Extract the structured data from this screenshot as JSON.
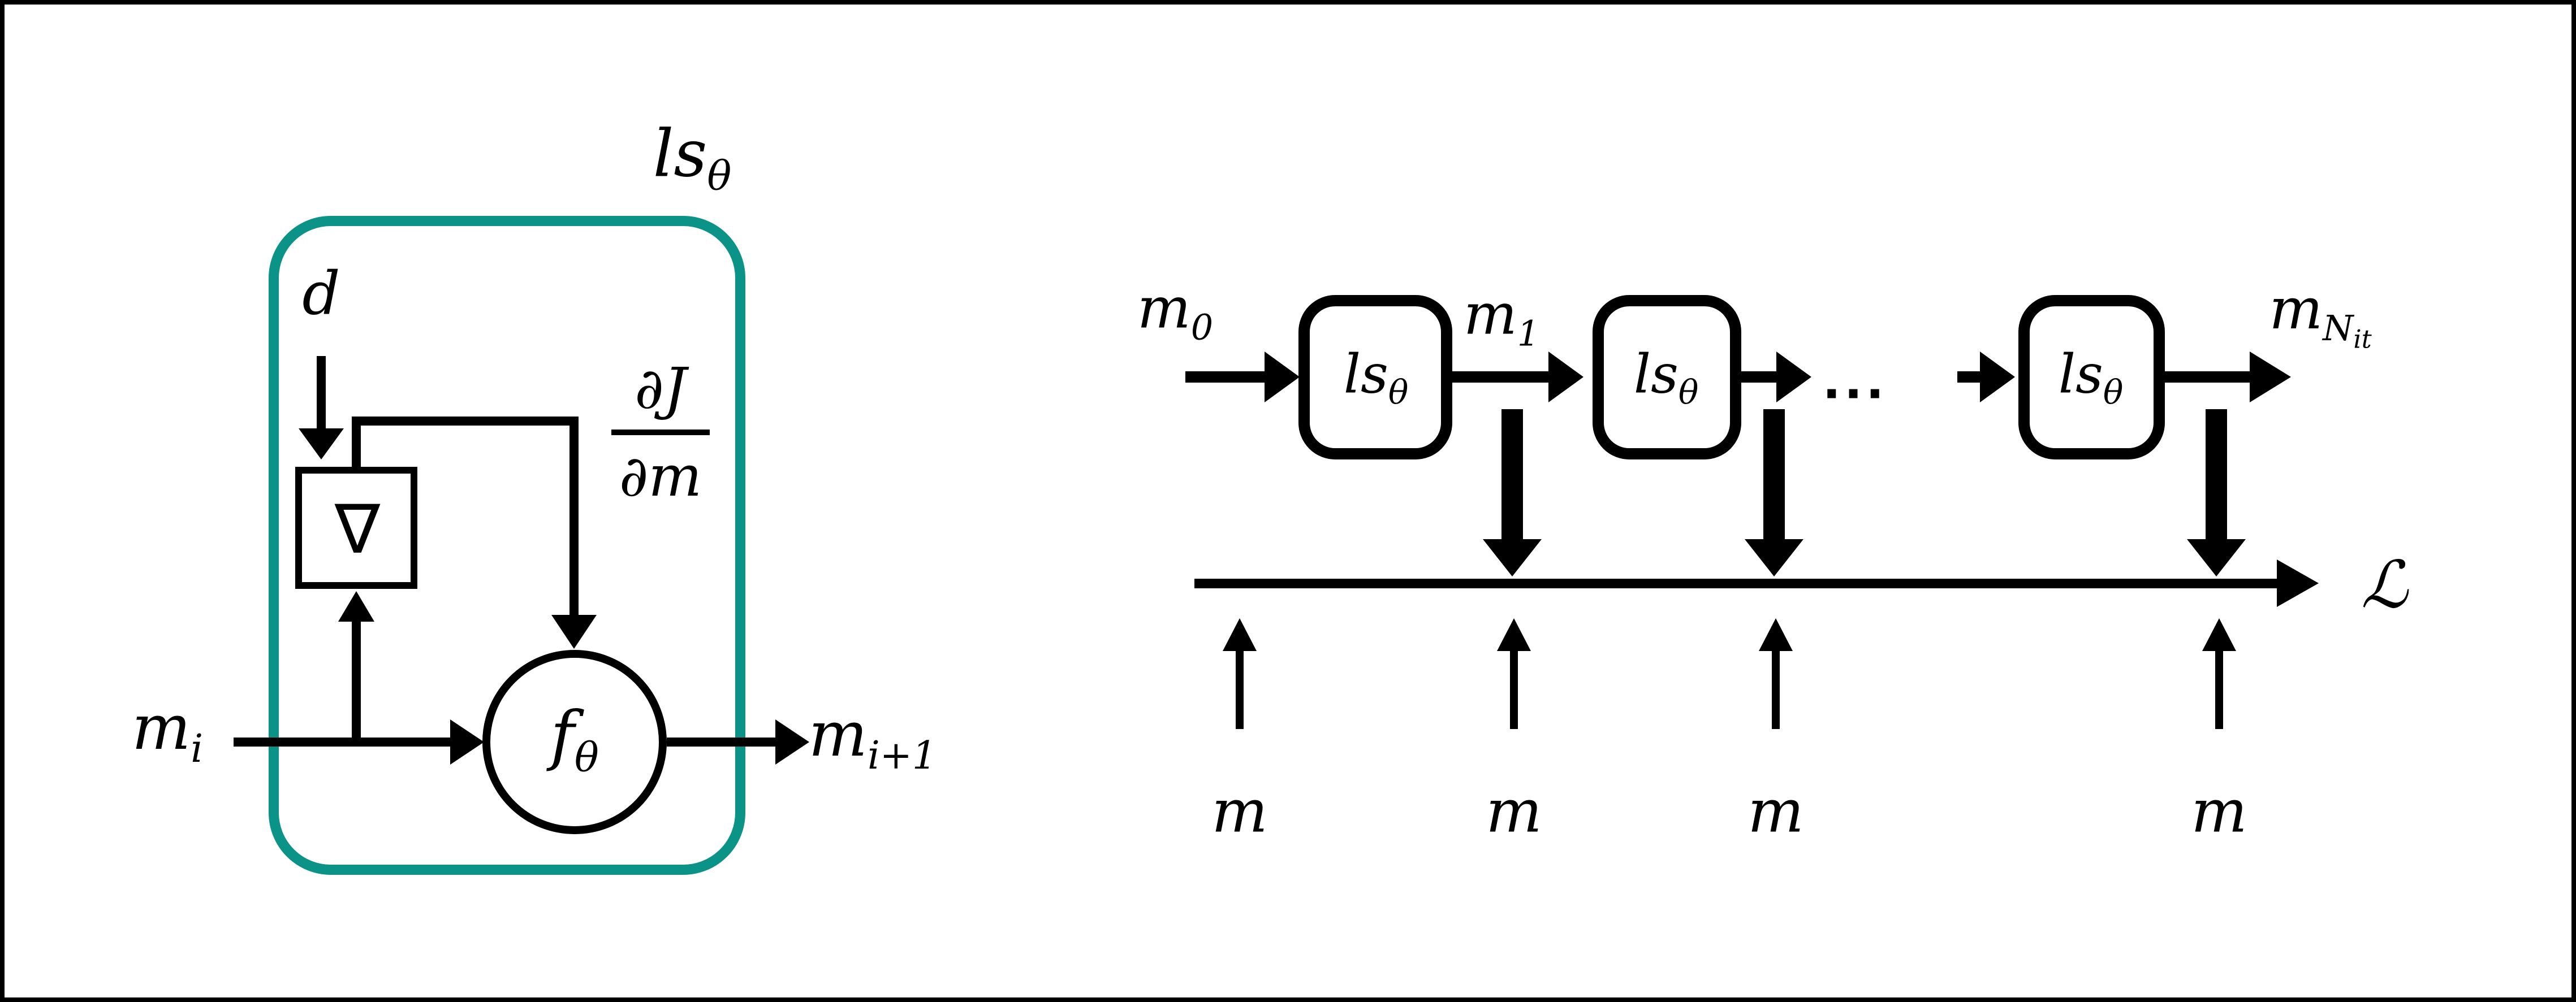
{
  "colors": {
    "ink": "#000000",
    "teal": "#0a9386",
    "background": "#ffffff"
  },
  "left_diagram": {
    "title": {
      "base": "ls",
      "sub": "θ"
    },
    "data_input_label": "d",
    "gradient_symbol": "∇",
    "fraction": {
      "numerator": "∂J",
      "denominator": "∂m"
    },
    "function_node": {
      "base": "f",
      "sub": "θ"
    },
    "input_label": {
      "base": "m",
      "sub": "i"
    },
    "output_label": {
      "base": "m",
      "sub": "i+1"
    }
  },
  "right_diagram": {
    "input_label": {
      "base": "m",
      "sub": "0"
    },
    "blocks": [
      {
        "base": "ls",
        "sub": "θ"
      },
      {
        "base": "ls",
        "sub": "θ"
      },
      {
        "base": "ls",
        "sub": "θ"
      }
    ],
    "intermediate_label": {
      "base": "m",
      "sub": "1"
    },
    "ellipsis": "...",
    "output_label": {
      "base": "m",
      "sub": "N",
      "subsub": "it"
    },
    "loss_label": "ℒ",
    "model_labels": [
      "m",
      "m",
      "m",
      "m"
    ]
  }
}
